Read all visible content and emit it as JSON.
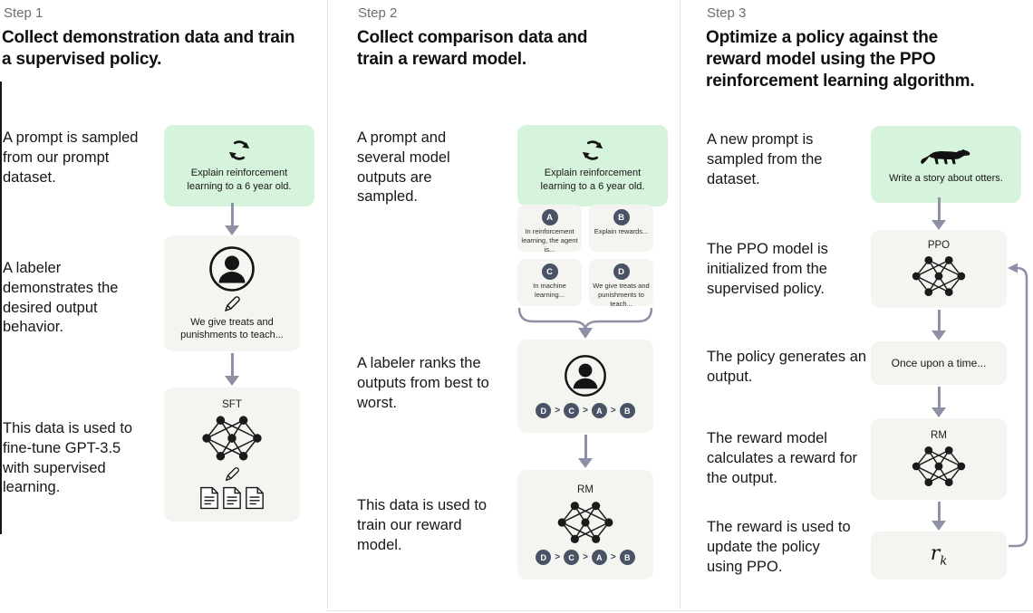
{
  "colors": {
    "background": "#ffffff",
    "prompt_box_green": "#d6f3dc",
    "model_box_gray": "#f4f4f1",
    "arrow": "#8e90a5",
    "badge": "#4a5366",
    "divider": "#e5e5e2",
    "step_label": "#6e6e72",
    "text": "#171717"
  },
  "icons": {
    "prompt_sample": "cycle-icon",
    "labeler": "person-icon",
    "edit": "pencil-icon",
    "model": "network-icon",
    "data": "documents-icon",
    "otter": "otter-icon"
  },
  "step1": {
    "label": "Step 1",
    "heading": "Collect demonstration data and train a supervised policy.",
    "caption_prompt": "A prompt is sampled from our prompt dataset.",
    "caption_labeler": "A labeler demonstrates the desired output behavior.",
    "caption_finetune": "This data is used to fine-tune GPT-3.5 with supervised learning.",
    "prompt_text": "Explain reinforcement learning to a 6 year old.",
    "labeler_text": "We give treats and punishments to teach...",
    "model_label": "SFT"
  },
  "step2": {
    "label": "Step 2",
    "heading": "Collect comparison data and train a reward model.",
    "caption_prompt": "A prompt and several model outputs are sampled.",
    "caption_rank": "A labeler ranks the outputs from best to worst.",
    "caption_train": "This data is used to train our reward model.",
    "prompt_text": "Explain reinforcement learning to a 6 year old.",
    "outputs": [
      {
        "key": "A",
        "text": "In reinforcement learning, the agent is..."
      },
      {
        "key": "B",
        "text": "Explain rewards..."
      },
      {
        "key": "C",
        "text": "In machine learning..."
      },
      {
        "key": "D",
        "text": "We give treats and punishments to teach..."
      }
    ],
    "ranking": [
      "D",
      "C",
      "A",
      "B"
    ],
    "ranking_separator": ">",
    "model_label": "RM"
  },
  "step3": {
    "label": "Step 3",
    "heading": "Optimize a policy against the reward model using the PPO reinforcement learning algorithm.",
    "caption_prompt": "A new prompt is sampled from the dataset.",
    "caption_init": "The PPO model is initialized from the supervised policy.",
    "caption_output": "The policy generates an output.",
    "caption_reward": "The reward model calculates a reward for the output.",
    "caption_update": "The reward is used to update the policy using PPO.",
    "prompt_text": "Write a story about otters.",
    "ppo_label": "PPO",
    "output_text": "Once upon a time...",
    "rm_label": "RM",
    "reward_label": "r",
    "reward_sub": "k"
  }
}
